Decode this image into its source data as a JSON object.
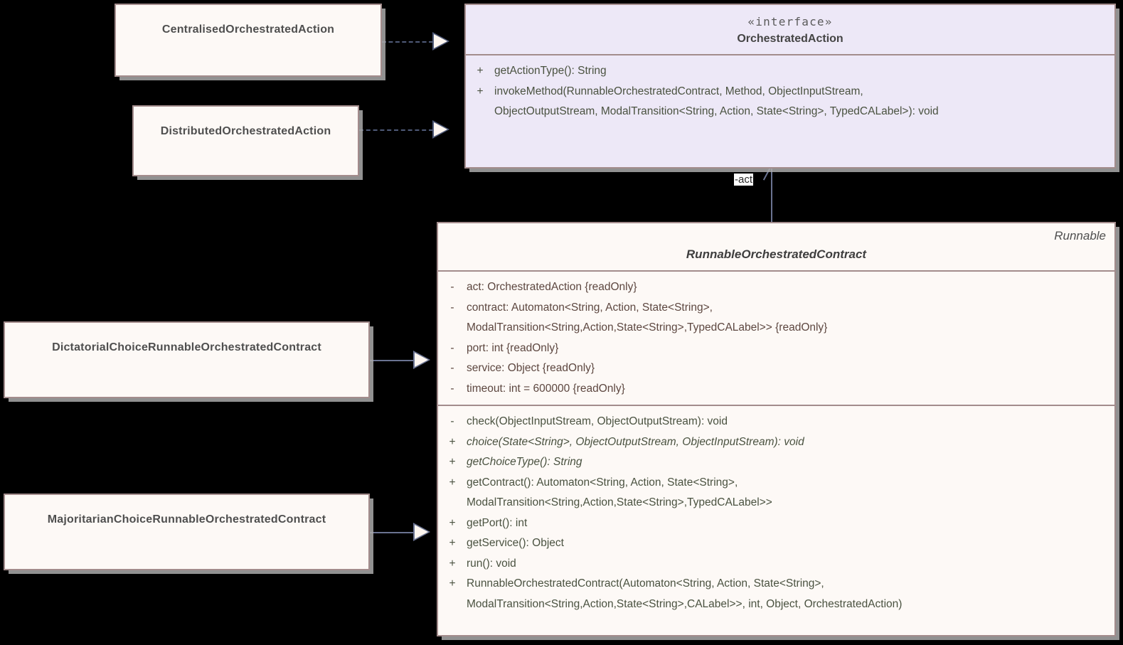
{
  "diagram": {
    "type": "uml-class-diagram",
    "background": "#000000",
    "colors": {
      "class_fill": "#FDF9F6",
      "interface_fill": "#EDE8F7",
      "border": "#A38C8C",
      "attribute_text": "#5D4740",
      "operation_text": "#4A5240",
      "connector": "#6A7391"
    }
  },
  "classes": {
    "centralised": {
      "name": "CentralisedOrchestratedAction"
    },
    "distributed": {
      "name": "DistributedOrchestratedAction"
    },
    "dictatorial": {
      "name": "DictatorialChoiceRunnableOrchestratedContract"
    },
    "majoritarian": {
      "name": "MajoritarianChoiceRunnableOrchestratedContract"
    },
    "orchestrated_action": {
      "stereotype": "«interface»",
      "name": "OrchestratedAction",
      "operations": [
        {
          "visibility": "+",
          "signature": "getActionType(): String",
          "continuation": "",
          "abstract": false
        },
        {
          "visibility": "+",
          "signature": "invokeMethod(RunnableOrchestratedContract, Method, ObjectInputStream,",
          "continuation": "ObjectOutputStream, ModalTransition<String, Action, State<String>, TypedCALabel>): void",
          "abstract": false
        }
      ]
    },
    "runnable_contract": {
      "name": "RunnableOrchestratedContract",
      "tag": "Runnable",
      "attributes": [
        {
          "visibility": "-",
          "signature": "act: OrchestratedAction {readOnly}",
          "continuation": ""
        },
        {
          "visibility": "-",
          "signature": "contract: Automaton<String, Action, State<String>,",
          "continuation": "ModalTransition<String,Action,State<String>,TypedCALabel>> {readOnly}"
        },
        {
          "visibility": "-",
          "signature": "port: int {readOnly}",
          "continuation": ""
        },
        {
          "visibility": "-",
          "signature": "service: Object {readOnly}",
          "continuation": ""
        },
        {
          "visibility": "-",
          "signature": "timeout: int = 600000 {readOnly}",
          "continuation": ""
        }
      ],
      "operations": [
        {
          "visibility": "-",
          "signature": "check(ObjectInputStream, ObjectOutputStream): void",
          "continuation": "",
          "abstract": false
        },
        {
          "visibility": "+",
          "signature": "choice(State<String>, ObjectOutputStream, ObjectInputStream): void",
          "continuation": "",
          "abstract": true
        },
        {
          "visibility": "+",
          "signature": "getChoiceType(): String",
          "continuation": "",
          "abstract": true
        },
        {
          "visibility": "+",
          "signature": "getContract(): Automaton<String, Action, State<String>,",
          "continuation": "ModalTransition<String,Action,State<String>,TypedCALabel>>",
          "abstract": false
        },
        {
          "visibility": "+",
          "signature": "getPort(): int",
          "continuation": "",
          "abstract": false
        },
        {
          "visibility": "+",
          "signature": "getService(): Object",
          "continuation": "",
          "abstract": false
        },
        {
          "visibility": "+",
          "signature": "run(): void",
          "continuation": "",
          "abstract": false
        },
        {
          "visibility": "+",
          "signature": "RunnableOrchestratedContract(Automaton<String, Action, State<String>,",
          "continuation": "ModalTransition<String,Action,State<String>,CALabel>>, int, Object, OrchestratedAction)",
          "abstract": false
        }
      ]
    }
  },
  "relationships": {
    "association_act_label": "-act"
  }
}
